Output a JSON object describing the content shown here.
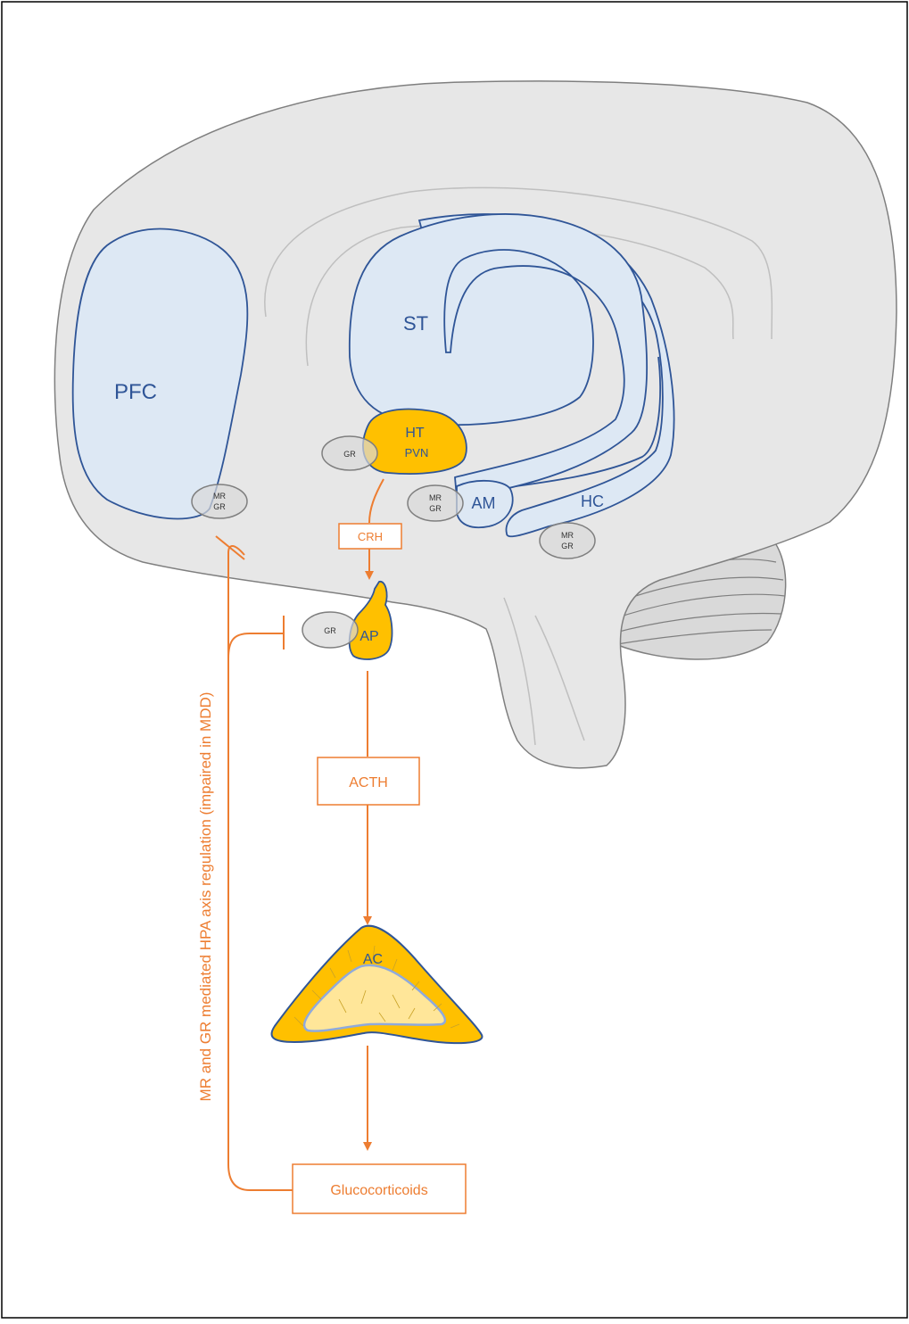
{
  "colors": {
    "brain_fill": "#e7e7e7",
    "brain_stroke": "#7f7f7f",
    "region_fill": "#dde8f4",
    "region_stroke": "#2f5597",
    "gland_fill": "#ffc000",
    "adrenal_inner_fill": "#ffe699",
    "receptor_fill": "#d9d9d9",
    "arrow_color": "#ed7d31",
    "sulcus_color": "#bfbfbf"
  },
  "regions": {
    "pfc": "PFC",
    "st": "ST",
    "ht": "HT",
    "pvn": "PVN",
    "am": "AM",
    "hc": "HC",
    "ap": "AP",
    "ac": "AC"
  },
  "receptors": {
    "pfc": [
      "MR",
      "GR"
    ],
    "ht": [
      "GR"
    ],
    "am": [
      "MR",
      "GR"
    ],
    "hc": [
      "MR",
      "GR"
    ],
    "ap": [
      "GR"
    ]
  },
  "hormones": {
    "crh": "CRH",
    "acth": "ACTH",
    "glucocorticoids": "Glucocorticoids"
  },
  "feedback_label": "MR and GR mediated HPA axis regulation (impaired in  MDD)"
}
